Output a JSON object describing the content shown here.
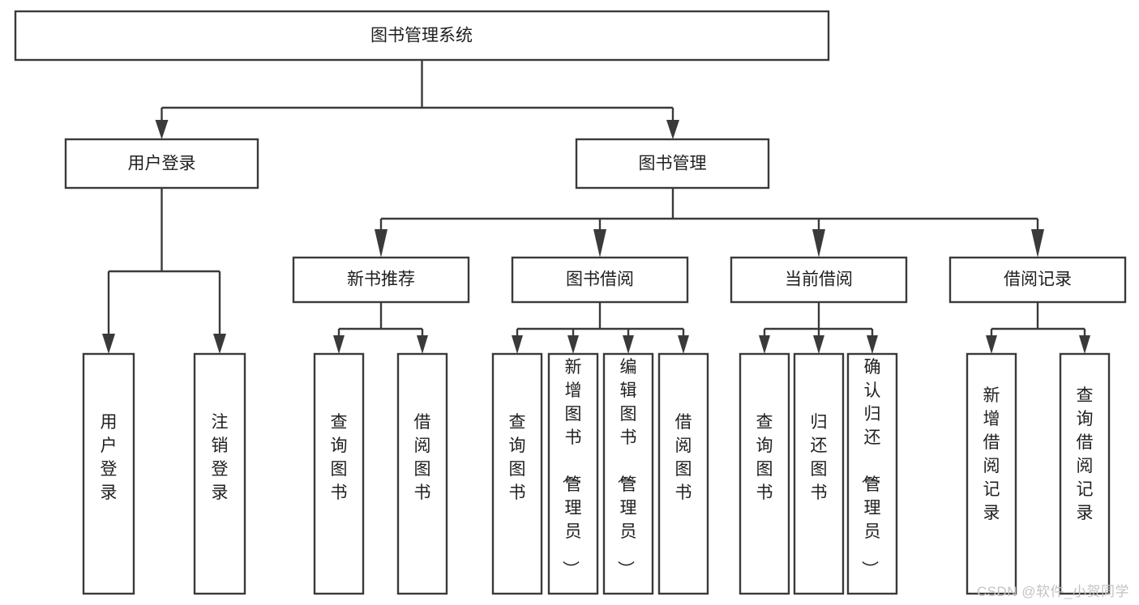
{
  "diagram": {
    "title": "图书管理系统",
    "watermark": "CSDN @软件_小贺同学",
    "type": "tree-hierarchy-chart",
    "root": {
      "id": "root",
      "label": "图书管理系统",
      "orientation": "horizontal"
    },
    "level2": [
      {
        "id": "user-login",
        "label": "用户登录",
        "orientation": "horizontal"
      },
      {
        "id": "book-manage",
        "label": "图书管理",
        "orientation": "horizontal"
      }
    ],
    "level3": [
      {
        "id": "new-book-rec",
        "label": "新书推荐",
        "parent": "book-manage",
        "orientation": "horizontal"
      },
      {
        "id": "book-borrow",
        "label": "图书借阅",
        "parent": "book-manage",
        "orientation": "horizontal"
      },
      {
        "id": "current-borrow",
        "label": "当前借阅",
        "parent": "book-manage",
        "orientation": "horizontal"
      },
      {
        "id": "borrow-record",
        "label": "借阅记录",
        "parent": "book-manage",
        "orientation": "horizontal"
      }
    ],
    "leaves": [
      {
        "id": "leaf-user-login",
        "label": "用户登录",
        "parent": "user-login",
        "orientation": "vertical"
      },
      {
        "id": "leaf-logout",
        "label": "注销登录",
        "parent": "user-login",
        "orientation": "vertical"
      },
      {
        "id": "leaf-query-book-1",
        "label": "查询图书",
        "parent": "new-book-rec",
        "orientation": "vertical"
      },
      {
        "id": "leaf-borrow-book-1",
        "label": "借阅图书",
        "parent": "new-book-rec",
        "orientation": "vertical"
      },
      {
        "id": "leaf-query-book-2",
        "label": "查询图书",
        "parent": "book-borrow",
        "orientation": "vertical"
      },
      {
        "id": "leaf-add-book",
        "label": "新增图书（管理员）",
        "parent": "book-borrow",
        "orientation": "vertical"
      },
      {
        "id": "leaf-edit-book",
        "label": "编辑图书（管理员）",
        "parent": "book-borrow",
        "orientation": "vertical"
      },
      {
        "id": "leaf-borrow-book-2",
        "label": "借阅图书",
        "parent": "book-borrow",
        "orientation": "vertical"
      },
      {
        "id": "leaf-query-book-3",
        "label": "查询图书",
        "parent": "current-borrow",
        "orientation": "vertical"
      },
      {
        "id": "leaf-return-book",
        "label": "归还图书",
        "parent": "current-borrow",
        "orientation": "vertical"
      },
      {
        "id": "leaf-confirm-return",
        "label": "确认归还（管理员）",
        "parent": "current-borrow",
        "orientation": "vertical"
      },
      {
        "id": "leaf-add-record",
        "label": "新增借阅记录",
        "parent": "borrow-record",
        "orientation": "vertical"
      },
      {
        "id": "leaf-query-record",
        "label": "查询借阅记录",
        "parent": "borrow-record",
        "orientation": "vertical"
      }
    ],
    "colors": {
      "stroke": "#3a3a3a",
      "fill": "#ffffff",
      "text": "#20201f",
      "watermark": "#c3c3c3"
    }
  }
}
